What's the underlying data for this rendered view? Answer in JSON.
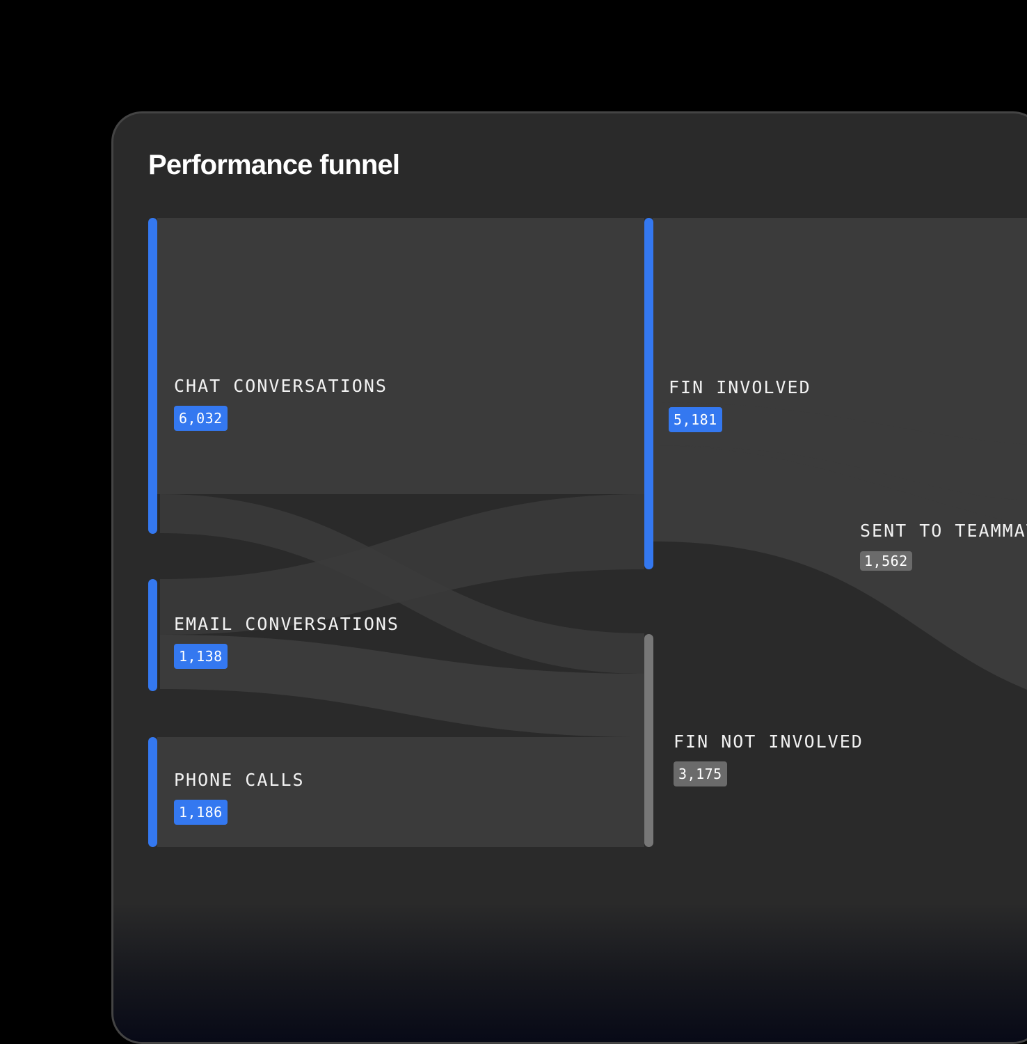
{
  "title": "Performance funnel",
  "colors": {
    "accent": "#3478f0",
    "neutral": "#777777",
    "panel": "#2a2a2a",
    "node_fill": "#3b3b3b"
  },
  "nodes": [
    {
      "id": "chat",
      "label": "CHAT CONVERSATIONS",
      "value": "6,032",
      "badge_color": "blue"
    },
    {
      "id": "email",
      "label": "EMAIL CONVERSATIONS",
      "value": "1,138",
      "badge_color": "blue"
    },
    {
      "id": "phone",
      "label": "PHONE CALLS",
      "value": "1,186",
      "badge_color": "blue"
    },
    {
      "id": "fin",
      "label": "FIN INVOLVED",
      "value": "5,181",
      "badge_color": "blue"
    },
    {
      "id": "finnot",
      "label": "FIN NOT INVOLVED",
      "value": "3,175",
      "badge_color": "gray"
    },
    {
      "id": "sent",
      "label": "SENT TO TEAMMATE",
      "value": "1,562",
      "badge_color": "gray"
    }
  ]
}
